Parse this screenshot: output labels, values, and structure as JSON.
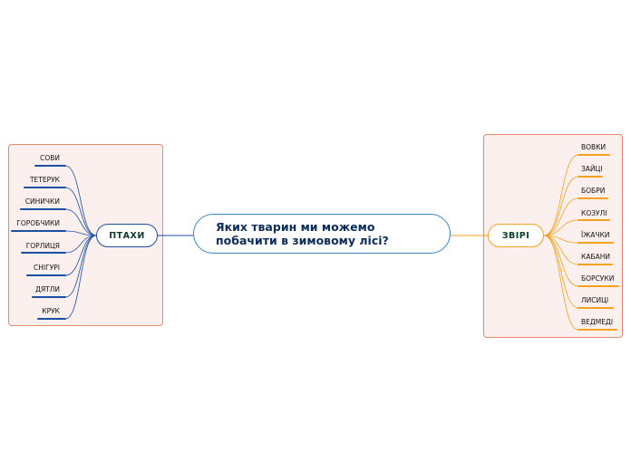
{
  "central_topic": "Яких тварин ми можемо\nпобачити в зимовому лісі?",
  "branches": {
    "birds": {
      "label": "ПТАХИ",
      "color": "#1b4fa6",
      "items": [
        "СОВИ",
        "ТЕТЕРУК",
        "СИНИЧКИ",
        "ГОРОБЧИКИ",
        "ГОРЛИЦЯ",
        "СНІГУРІ",
        "ДЯТЛИ",
        "КРУК"
      ]
    },
    "beasts": {
      "label": "ЗВІРІ",
      "color": "#f4a21d",
      "items": [
        "ВОВКИ",
        "ЗАЙЦІ",
        "БОБРИ",
        "КОЗУЛІ",
        "ЇЖАЧКИ",
        "КАБАНИ",
        "БОРСУКИ",
        "ЛИСИЦІ",
        "ВЕДМЕДІ"
      ]
    }
  },
  "colors": {
    "group_fill": "#fbf0ee",
    "group_border": "#e8896d",
    "central_border": "#3b89c4",
    "central_text": "#0b2d5c"
  }
}
